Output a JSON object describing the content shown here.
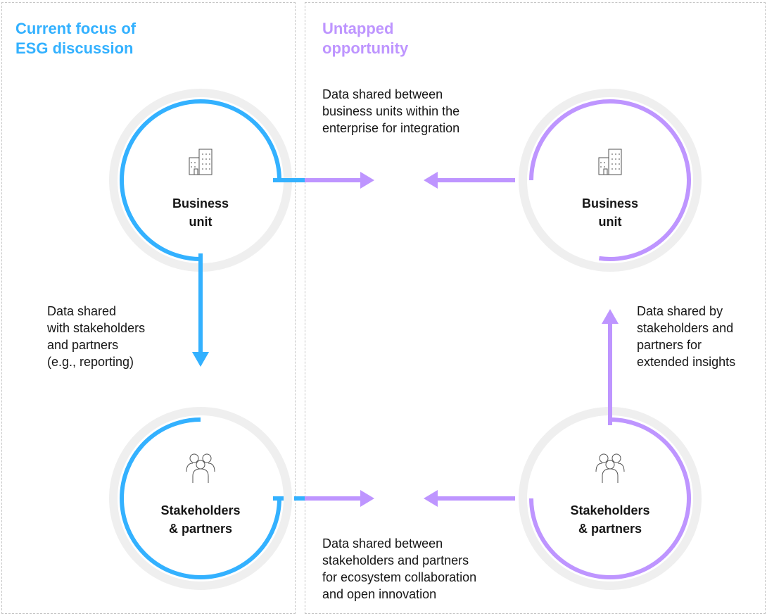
{
  "colors": {
    "current": "#33b1ff",
    "untapped": "#be95ff",
    "ring_bg": "#efefef",
    "icon": "#525252",
    "text": "#161616",
    "border": "#c6c6c6"
  },
  "headings": {
    "current": "Current focus of\nESG discussion",
    "untapped": "Untapped\nopportunity"
  },
  "nodes": {
    "left_business": {
      "label": "Business\nunit",
      "icon": "building-icon"
    },
    "left_stakeholders": {
      "label": "Stakeholders\n& partners",
      "icon": "people-icon"
    },
    "right_business": {
      "label": "Business\nunit",
      "icon": "building-icon"
    },
    "right_stakeholders": {
      "label": "Stakeholders\n& partners",
      "icon": "people-icon"
    }
  },
  "flows": {
    "business_units": "Data shared between\nbusiness units within the\nenterprise for integration",
    "reporting": "Data shared\nwith stakeholders\nand partners\n(e.g., reporting)",
    "extended_insights": "Data shared by\nstakeholders and\npartners for\nextended insights",
    "ecosystem": "Data shared between\nstakeholders and partners\nfor ecosystem collaboration\nand open innovation"
  }
}
